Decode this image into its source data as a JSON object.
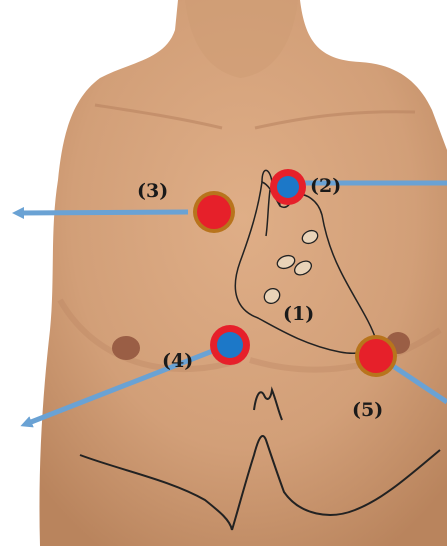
{
  "figure": {
    "description_free": true,
    "labels": {
      "p1": "(1)",
      "p2": "(2)",
      "p3": "(3)",
      "p4": "(4)",
      "p5": "(5)"
    },
    "colors": {
      "background": "#ffffff",
      "skin": "#d5a27b",
      "skin_shadow": "#b98460",
      "marker_red": "#e6202a",
      "marker_ring": "#b8741c",
      "marker_blue": "#1c78c8",
      "arrow": "#6aa2d4",
      "outline": "#222222"
    }
  }
}
